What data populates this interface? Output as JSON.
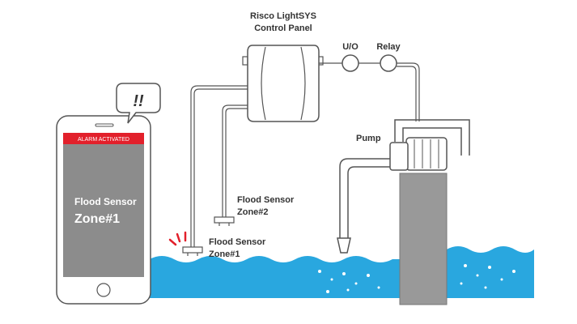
{
  "panel": {
    "title_line1": "Risco LightSYS",
    "title_line2": "Control Panel"
  },
  "modules": {
    "io": "U/O",
    "relay": "Relay",
    "pump": "Pump"
  },
  "sensors": [
    {
      "line1": "Flood Sensor",
      "line2": "Zone#2"
    },
    {
      "line1": "Flood Sensor",
      "line2": "Zone#1"
    }
  ],
  "phone": {
    "banner": "ALARM ACTIVATED",
    "line1": "Flood Sensor",
    "line2": "Zone#1",
    "bubble": "!!"
  },
  "colors": {
    "water": "#29a7df",
    "alarm": "#e2202b",
    "screen": "#8c8c8c",
    "outline": "#555555"
  }
}
